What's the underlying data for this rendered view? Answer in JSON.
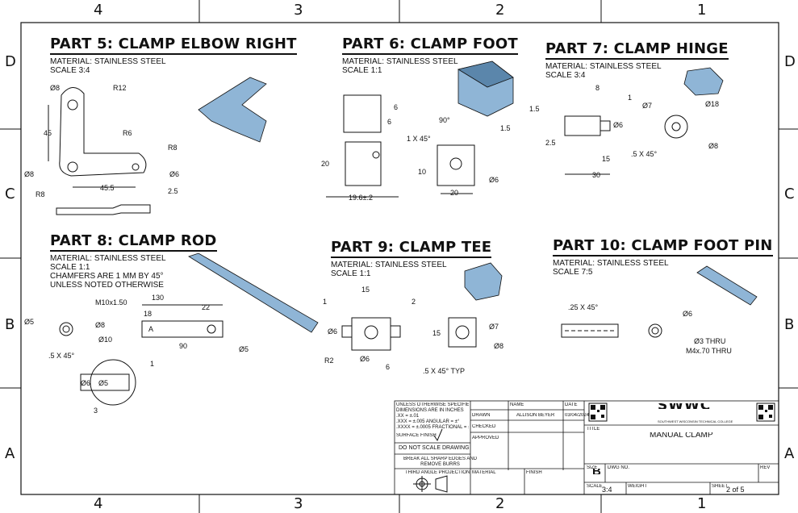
{
  "zones": {
    "top": [
      "4",
      "3",
      "2",
      "1"
    ],
    "side": [
      "D",
      "C",
      "B",
      "A"
    ]
  },
  "parts": [
    {
      "id": "p5",
      "title": "PART 5: CLAMP ELBOW RIGHT",
      "notes": [
        "MATERIAL: STAINLESS STEEL",
        "SCALE 3:4"
      ]
    },
    {
      "id": "p6",
      "title": "PART 6: CLAMP FOOT",
      "notes": [
        "MATERIAL: STAINLESS STEEL",
        "SCALE 1:1"
      ]
    },
    {
      "id": "p7",
      "title": "PART 7: CLAMP HINGE",
      "notes": [
        "MATERIAL: STAINLESS STEEL",
        "SCALE 3:4"
      ]
    },
    {
      "id": "p8",
      "title": "PART 8: CLAMP ROD",
      "notes": [
        "MATERIAL: STAINLESS STEEL",
        "SCALE 1:1",
        "CHAMFERS ARE 1 MM BY 45°",
        "UNLESS NOTED OTHERWISE"
      ]
    },
    {
      "id": "p9",
      "title": "PART 9: CLAMP TEE",
      "notes": [
        "MATERIAL: STAINLESS STEEL",
        "SCALE 1:1"
      ]
    },
    {
      "id": "p10",
      "title": "PART 10: CLAMP FOOT PIN",
      "notes": [
        "MATERIAL: STAINLESS STEEL",
        "SCALE 7:5"
      ]
    }
  ],
  "dims": {
    "p5": [
      "Ø8",
      "R12",
      "45",
      "R6",
      "R8",
      "Ø8",
      "Ø6",
      "R8",
      "45.5",
      "2.5"
    ],
    "p6": [
      "6",
      "6",
      "90°",
      "1.5",
      "1 X 45°",
      "20",
      "10",
      "Ø6",
      "19.6±.2",
      "20"
    ],
    "p7": [
      "8",
      "1",
      "1.5",
      "Ø6",
      "Ø7",
      "Ø18",
      "2.5",
      "15",
      ".5 X 45°",
      "30",
      "Ø8"
    ],
    "p8": [
      "130",
      "M10x1.50",
      "18",
      "22",
      "Ø5",
      "Ø8",
      "Ø10",
      "90",
      "Ø5",
      ".5 X 45°",
      "1",
      "Ø6",
      "Ø5",
      "3",
      "A"
    ],
    "p9": [
      "15",
      "1",
      "2",
      "Ø6",
      "Ø7",
      "15",
      "Ø8",
      "R2",
      "Ø6",
      "6",
      ".5 X 45° TYP"
    ],
    "p10": [
      ".25 X 45°",
      "Ø6",
      "Ø3 THRU",
      "M4x.70 THRU"
    ]
  },
  "title_block": {
    "tolerance": [
      "UNLESS OTHERWISE SPECIFIED:",
      "DIMENSIONS ARE IN INCHES",
      "  .XX = ±.01",
      "  .XXX = ±.005     ANGULAR = ±°",
      "  .XXXX = ±.0005    FRACTIONAL = ±"
    ],
    "surface_finish": "SURFACE FINISH",
    "do_not_scale": "DO NOT SCALE DRAWING",
    "break_edges": [
      "BREAK ALL SHARP EDGES AND",
      "REMOVE BURRS"
    ],
    "third_angle": "THIRD ANGLE PROJECTION",
    "hdr_name": "NAME",
    "hdr_date": "DATE",
    "row_drawn": "DRAWN",
    "drawn_name": "ALLISON BEYER",
    "drawn_date": "03/04/2024",
    "row_checked": "CHECKED",
    "row_approved": "APPROVED",
    "material": "MATERIAL",
    "finish": "FINISH",
    "logo": "SWWC",
    "logo_sub": "SOUTHWEST WISCONSIN TECHNICAL COLLEGE",
    "title_label": "TITLE",
    "title": "MANUAL CLAMP",
    "size_label": "SIZE",
    "size": "B",
    "dwg_label": "DWG NO.",
    "rev_label": "REV",
    "scale_label": "SCALE",
    "scale": "3:4",
    "weight_label": "WEIGHT",
    "sheet_label": "SHEET",
    "sheet": "2 of 5"
  },
  "colors": {
    "part_fill": "#8fb5d6",
    "part_dark": "#5b86ab",
    "line": "#111111"
  }
}
